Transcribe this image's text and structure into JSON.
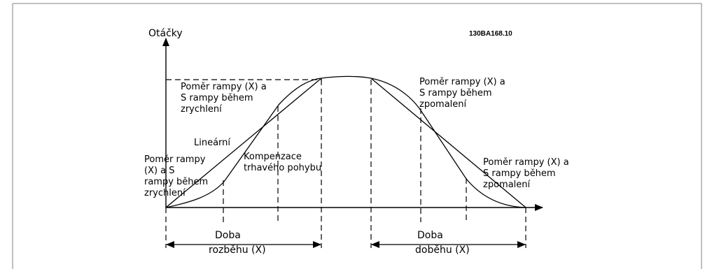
{
  "figure_code": "130BA168.10",
  "y_axis_label": "Otáčky",
  "labels": {
    "accel_upper": [
      "Poměr rampy (X) a",
      "S rampy během",
      "zrychlení"
    ],
    "linear": "Lineární",
    "accel_lower": [
      "Poměr rampy",
      "(X) a S",
      "rampy během",
      "zrychlení"
    ],
    "jerk": [
      "Kompenzace",
      "trhavého pohybu"
    ],
    "decel_upper": [
      "Poměr rampy (X) a",
      "S rampy během",
      "zpomalení"
    ],
    "decel_lower": [
      "Poměr rampy (X) a",
      "S rampy během",
      "zpomalení"
    ]
  },
  "ramp_up_time": [
    "Doba",
    "rozběhu (X)"
  ],
  "ramp_down_time": [
    "Doba",
    "doběhu (X)"
  ],
  "colors": {
    "line": "#000000",
    "frame": "#808080",
    "background": "#ffffff"
  }
}
